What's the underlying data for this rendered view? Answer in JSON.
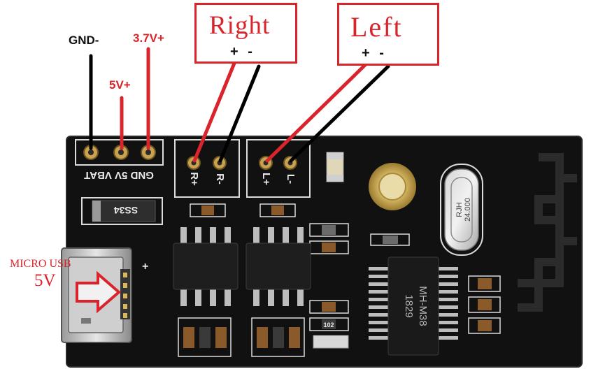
{
  "labels": {
    "gnd": "GND-",
    "bat": "3.7V+",
    "v5": "5V+",
    "right_title": "Right",
    "right_polarity": "+ -",
    "left_title": "Left",
    "left_polarity": "+ -",
    "micro_usb": "MICRO USB",
    "micro_usb_voltage": "5V"
  },
  "silkscreen": {
    "header_pins": "GND 5V VBAT",
    "r_plus": "R+",
    "r_minus": "R-",
    "l_plus": "L+",
    "l_minus": "L-",
    "diode": "SS34",
    "usb_plus": "+",
    "crystal_brand": "RJH",
    "crystal_freq": "24.000",
    "chip_brand": "MH-M38",
    "chip_date": "1829",
    "resistor_small": "102"
  },
  "colors": {
    "accent_red": "#d9242b",
    "board": "#111111",
    "wire_black": "#000000"
  }
}
